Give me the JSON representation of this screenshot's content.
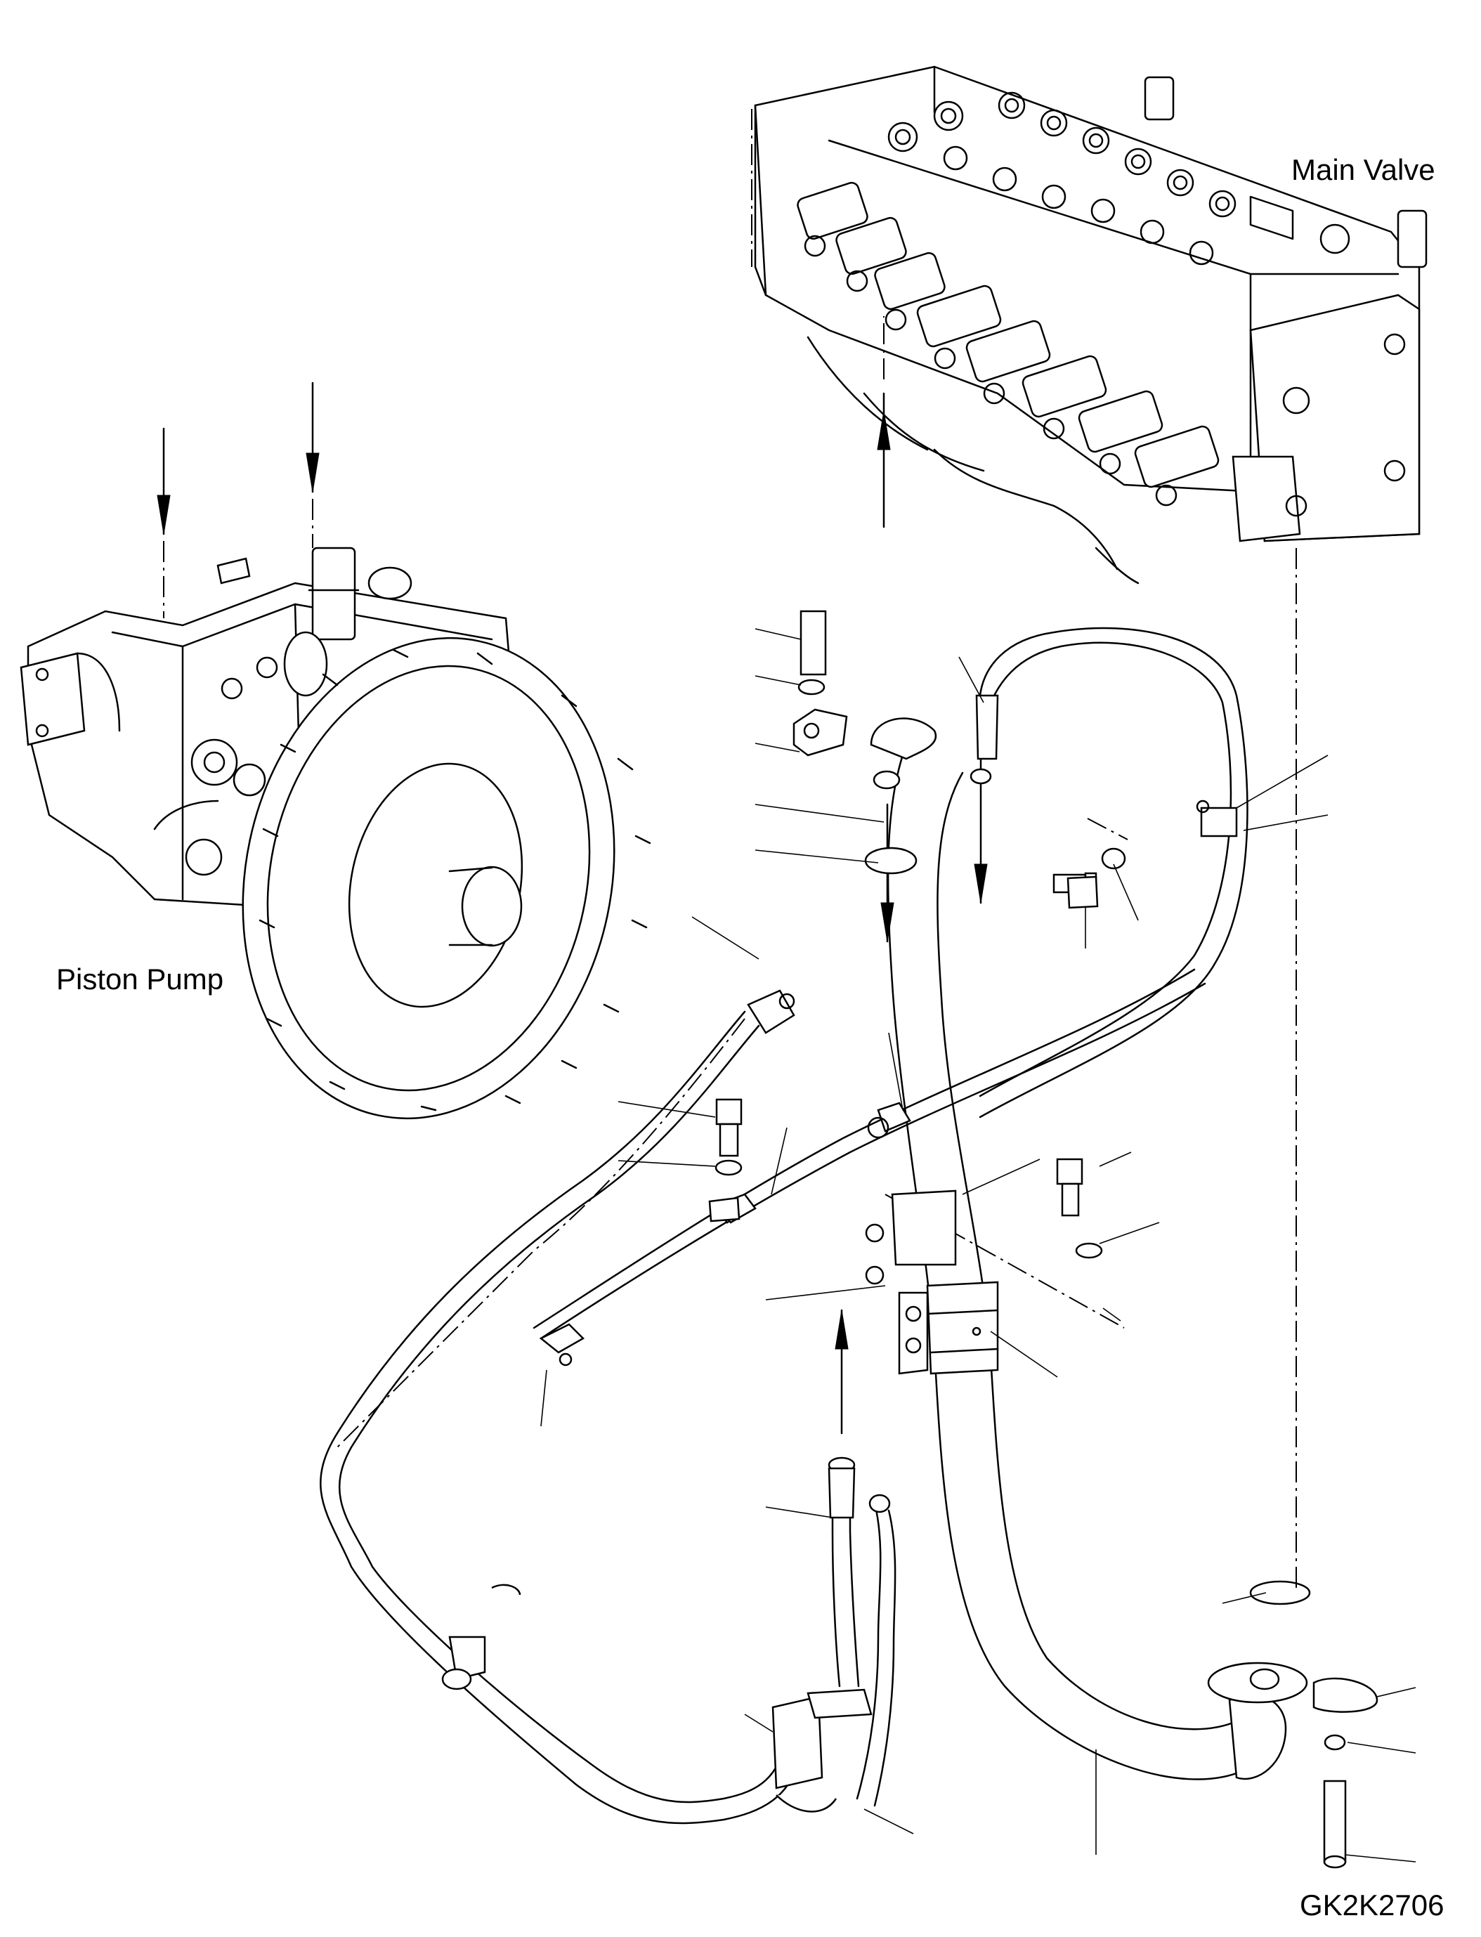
{
  "labels": {
    "main_valve": "Main Valve",
    "piston_pump": "Piston Pump",
    "drawing_code": "GK2K2706"
  }
}
